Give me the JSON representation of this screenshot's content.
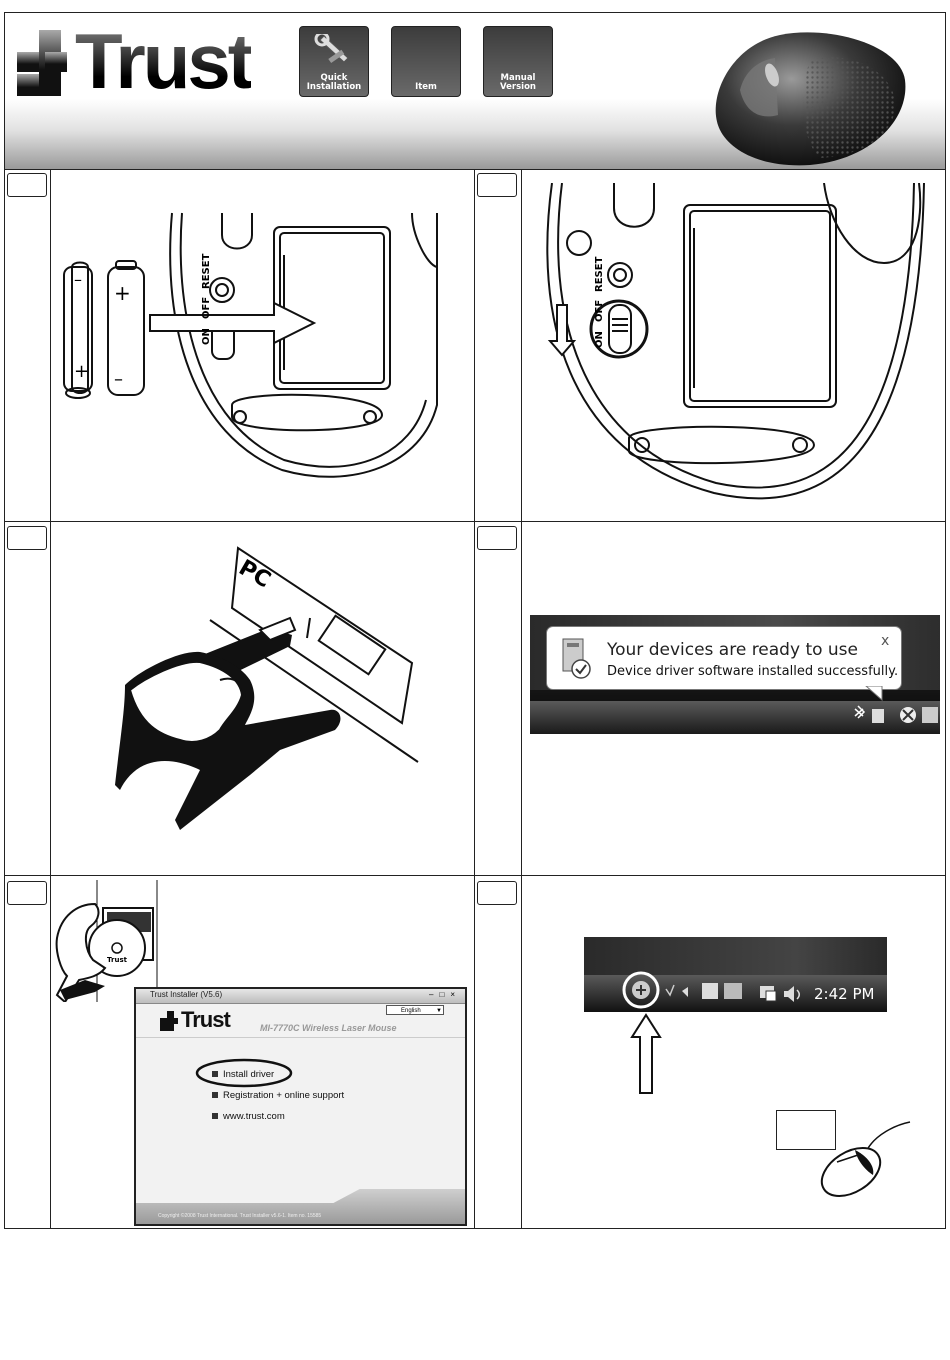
{
  "header": {
    "brand": "Trust",
    "tiles": [
      {
        "icon": "wrench-icon",
        "label": "Quick\nInstallation"
      },
      {
        "icon": "",
        "label": "Item"
      },
      {
        "icon": "",
        "label": "Manual\nVersion"
      }
    ]
  },
  "panel1": {
    "battery_plus": "+",
    "battery_minus": "–",
    "label_on": "ON",
    "label_off": "OFF",
    "label_reset": "RESET"
  },
  "panel2": {
    "label_on": "ON",
    "label_off": "OFF",
    "label_reset": "RESET"
  },
  "panel3": {
    "port_label": "PC"
  },
  "panel4": {
    "balloon_title": "Your devices are ready to use",
    "balloon_text": "Device driver software installed successfully.",
    "close": "x"
  },
  "panel5": {
    "cd_brand": "Trust",
    "window_title": "Trust Installer (V5.6)",
    "language": "English",
    "brand": "Trust",
    "product": "MI-7770C Wireless Laser Mouse",
    "menu": [
      "Install driver",
      "Registration + online support",
      "www.trust.com"
    ],
    "footer": "Copyright ©2008 Trust International. Trust Installer v5.6-1. Item no. 15585"
  },
  "panel6": {
    "clock": "2:42 PM"
  }
}
